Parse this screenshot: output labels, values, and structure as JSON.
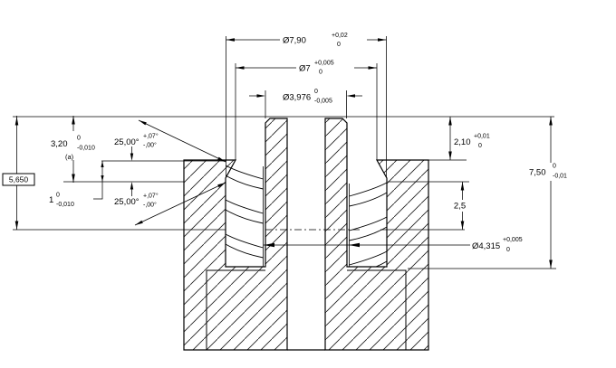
{
  "drawing": {
    "colors": {
      "line": "#000000",
      "background": "#ffffff"
    },
    "dims": {
      "d790": {
        "label": "Ø7,90",
        "tol_top": "+0,02",
        "tol_bottom": "0"
      },
      "d7": {
        "label": "Ø7",
        "tol_top": "+0,005",
        "tol_bottom": "0"
      },
      "d3976": {
        "label": "Ø3,976",
        "tol_top": "0",
        "tol_bottom": "-0,005"
      },
      "d320": {
        "label": "3,20",
        "tol_top": "0",
        "tol_bottom": "-0,010",
        "note": "(a)"
      },
      "angle_upper": {
        "label": "25,00°",
        "tol_top": "+,07°",
        "tol_bottom": "-,00°"
      },
      "angle_lower": {
        "label": "25,00°",
        "tol_top": "+,07°",
        "tol_bottom": "-,00°"
      },
      "d1": {
        "label": "1",
        "tol_top": "0",
        "tol_bottom": "-0,010"
      },
      "d5650": {
        "label": "5,650"
      },
      "d210": {
        "label": "2,10",
        "tol_top": "+0,01",
        "tol_bottom": "0"
      },
      "d750": {
        "label": "7,50",
        "tol_top": "0",
        "tol_bottom": "-0,01"
      },
      "d25": {
        "label": "2,5"
      },
      "d4315": {
        "label": "Ø4,315",
        "tol_top": "+0,005",
        "tol_bottom": "0"
      }
    }
  }
}
